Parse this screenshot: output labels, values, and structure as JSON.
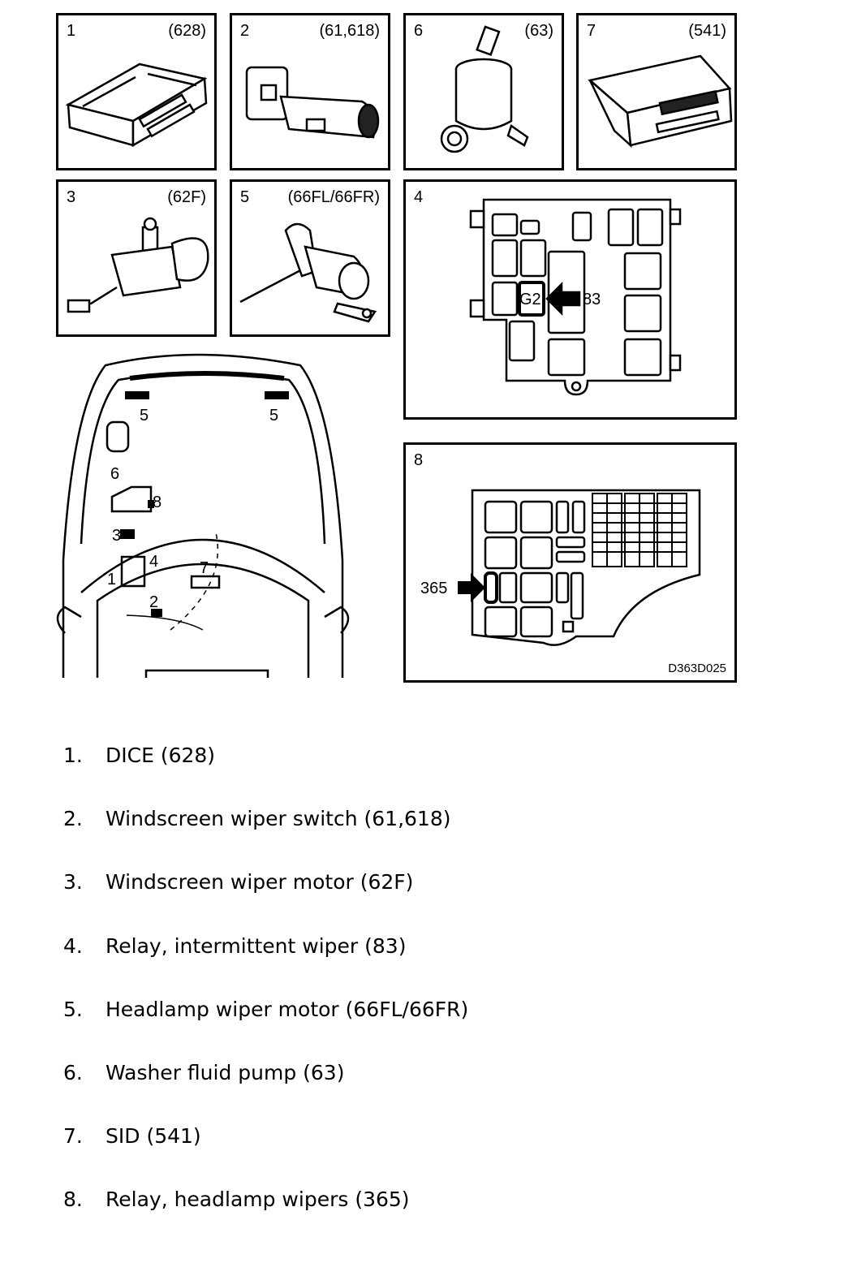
{
  "panels": [
    {
      "num": "1",
      "code": "(628)"
    },
    {
      "num": "2",
      "code": "(61,618)"
    },
    {
      "num": "6",
      "code": "(63)"
    },
    {
      "num": "7",
      "code": "(541)"
    },
    {
      "num": "3",
      "code": "(62F)"
    },
    {
      "num": "5",
      "code": "(66FL/66FR)"
    },
    {
      "num": "4",
      "code": ""
    },
    {
      "num": "8",
      "code": ""
    }
  ],
  "relay_box_4": {
    "slot_label": "G2",
    "pointer_label": "83"
  },
  "fuse_box_8": {
    "pointer_label": "365",
    "figure_id": "D363D025"
  },
  "car_callouts": [
    "5",
    "5",
    "6",
    "8",
    "3",
    "4",
    "1",
    "7",
    "2"
  ],
  "legend": [
    {
      "num": "1.",
      "text": "DICE (628)"
    },
    {
      "num": "2.",
      "text": "Windscreen wiper switch (61,618)"
    },
    {
      "num": "3.",
      "text": "Windscreen wiper motor (62F)"
    },
    {
      "num": "4.",
      "text": "Relay, intermittent wiper (83)"
    },
    {
      "num": "5.",
      "text": "Headlamp wiper motor (66FL/66FR)"
    },
    {
      "num": "6.",
      "text": "Washer fluid pump (63)"
    },
    {
      "num": "7.",
      "text": "SID (541)"
    },
    {
      "num": "8.",
      "text": "Relay, headlamp wipers (365)"
    }
  ]
}
